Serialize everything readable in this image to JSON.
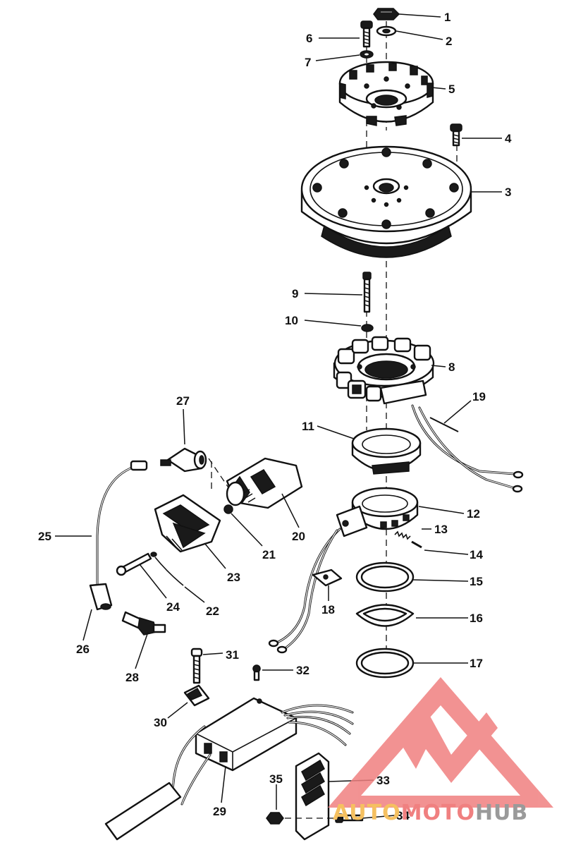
{
  "diagram": {
    "callouts": [
      "1",
      "2",
      "3",
      "4",
      "5",
      "6",
      "7",
      "8",
      "9",
      "10",
      "11",
      "12",
      "13",
      "14",
      "15",
      "16",
      "17",
      "18",
      "19",
      "20",
      "21",
      "22",
      "23",
      "24",
      "25",
      "26",
      "27",
      "28",
      "29",
      "30",
      "31",
      "32",
      "33",
      "34",
      "35"
    ]
  },
  "watermark": {
    "brand": [
      "AUTO",
      "MOTO",
      "HUB"
    ],
    "colors": {
      "logo": "#f08080",
      "auto": "#f5c060",
      "moto": "#f08080",
      "hub": "#9a9a9a"
    }
  }
}
